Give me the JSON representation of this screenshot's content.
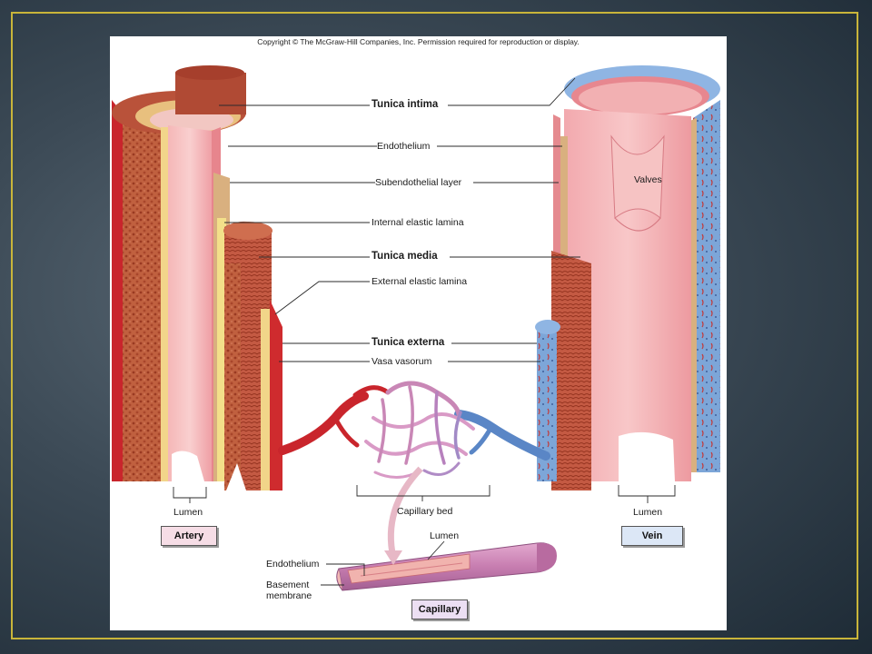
{
  "copyright": "Copyright © The McGraw-Hill Companies, Inc. Permission required for reproduction or display.",
  "labels": {
    "tunica_intima": "Tunica intima",
    "endothelium": "Endothelium",
    "subendothelial_layer": "Subendothelial layer",
    "internal_elastic_lamina": "Internal elastic lamina",
    "tunica_media": "Tunica media",
    "external_elastic_lamina": "External elastic lamina",
    "tunica_externa": "Tunica externa",
    "vasa_vasorum": "Vasa vasorum",
    "valves": "Valves",
    "lumen_artery": "Lumen",
    "lumen_vein": "Lumen",
    "capillary_bed": "Capillary bed",
    "cap_lumen": "Lumen",
    "cap_endothelium": "Endothelium",
    "basement_membrane_1": "Basement",
    "basement_membrane_2": "membrane"
  },
  "boxes": {
    "artery": "Artery",
    "vein": "Vein",
    "capillary": "Capillary"
  },
  "colors": {
    "slide_border": "#c9b53a",
    "artery_red": "#c9252c",
    "vein_blue": "#5a86c6",
    "intima_pink": "#f2b8b8",
    "media_brown": "#b85a3e",
    "capillary_purple": "#c987b6"
  }
}
